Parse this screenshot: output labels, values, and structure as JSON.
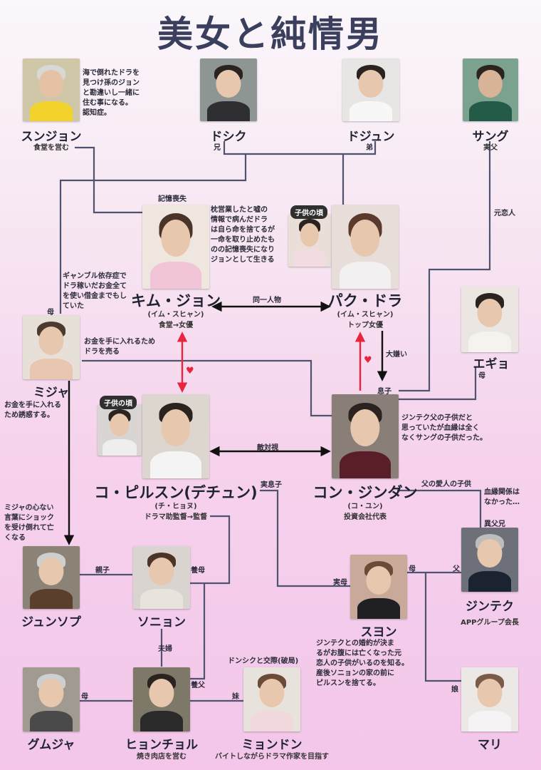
{
  "title": "美女と純情男",
  "people": {
    "sunjon": {
      "name": "スンジョン",
      "sub": "食堂を営む",
      "note": [
        "海で倒れたドラを",
        "見つけ孫のジョン",
        "と勘違いし一緒に",
        "住む事になる。",
        "認知症。"
      ]
    },
    "dosiku": {
      "name": "ドシク",
      "rel": "兄"
    },
    "dojun": {
      "name": "ドジュン",
      "rel": "弟"
    },
    "sangu": {
      "name": "サング",
      "sub": "実父"
    },
    "kimjon": {
      "name": "キム・ジョン",
      "sub1": "(イム・スヒャン)",
      "sub2": "食堂→女優",
      "note_top": "記憶喪失",
      "note": [
        "枕営業したと嘘の",
        "情報で病んだドラ",
        "は自ら命を捨てるが",
        "一命を取り止めたも",
        "のの記憶喪失になり",
        "ジョンとして生きる"
      ]
    },
    "pakudora": {
      "name": "パク・ドラ",
      "sub1": "(イム・スヒャン)",
      "sub2": "トップ女優",
      "badge": "子供の頃"
    },
    "egyo": {
      "name": "エギョ",
      "rel": "母"
    },
    "mija": {
      "name": "ミジャ",
      "rel": "母",
      "note_top": [
        "ギャンブル依存症で",
        "ドラ稼いだお金全て",
        "を使い借金までもし",
        "ていた"
      ],
      "note_right": [
        "お金を手に入れるため",
        "ドラを売る"
      ],
      "note_left": [
        "お金を手に入れる",
        "ため誘惑する。"
      ]
    },
    "pilsun": {
      "name": "コ・ピルスン(デチュン)",
      "sub1": "(チ・ヒョヌ)",
      "sub2": "ドラマ助監督→監督",
      "badge": "子供の頃"
    },
    "jindan": {
      "name": "コン・ジンダン",
      "sub1": "(コ・ユン)",
      "sub2": "投資会社代表",
      "note": [
        "ジンテク父の子供だと",
        "思っていたが血縁は全く",
        "なくサングの子供だった。"
      ]
    },
    "junsopu": {
      "name": "ジュンソプ",
      "note_top": [
        "ミジャの心ない",
        "言葉にショック",
        "を受け倒れて亡",
        "くなる"
      ]
    },
    "sonyon": {
      "name": "ソニョン"
    },
    "suyon": {
      "name": "スヨン",
      "note": [
        "ジンテクとの婚約が決ま",
        "るがお腹には亡くなった元",
        "恋人の子供がいるのを知る。",
        "産後ソニョンの家の前に",
        "ピルスンを捨てる。"
      ]
    },
    "jintaku": {
      "name": "ジンテク",
      "sub": "APPグループ会長"
    },
    "gumuja": {
      "name": "グムジャ"
    },
    "hyonchoru": {
      "name": "ヒョンチョル",
      "sub": "焼き肉店を営む"
    },
    "myondon": {
      "name": "ミョンドン",
      "sub": "バイトしながらドラマ作家を目指す",
      "note_top": "ドンシクと交際(破局)"
    },
    "mari": {
      "name": "マリ"
    }
  },
  "relations": {
    "same_person": "同一人物",
    "dislike": "大嫌い",
    "rival": "敵対視",
    "musuko": "息子",
    "ex_lover": "元恋人",
    "mother_egyo": "母",
    "real_son": "実息子",
    "fathers_lover_child": "父の愛人の子供",
    "no_blood": [
      "血縁関係は",
      "なかった…"
    ],
    "half_brother": "異父兄",
    "parent_child": "親子",
    "adopt_mother": "養母",
    "real_mother": "実母",
    "suyon_mother": "母",
    "jintaku_father": "父",
    "couple": "夫婦",
    "adopt_father": "養父",
    "gumuja_mother": "母",
    "sister": "妹",
    "daughter": "娘"
  },
  "heart": "♥",
  "colors": {
    "line": "#4f536f",
    "red": "#e8243f",
    "title": "#3b3f5e"
  }
}
